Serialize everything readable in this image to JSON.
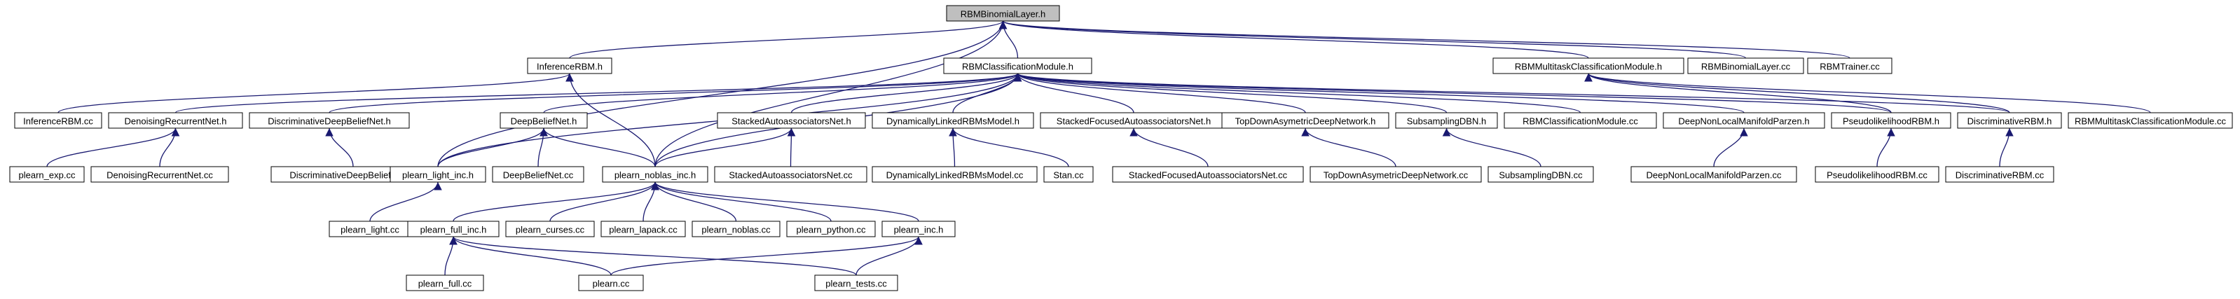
{
  "graph": {
    "current_node": "RBMBinomialLayer.h",
    "nodes": [
      {
        "id": "root",
        "label": "RBMBinomialLayer.h",
        "current": true
      },
      {
        "id": "inference_h",
        "label": "InferenceRBM.h"
      },
      {
        "id": "rbmclass_h",
        "label": "RBMClassificationModule.h"
      },
      {
        "id": "rbmmulti_h",
        "label": "RBMMultitaskClassificationModule.h"
      },
      {
        "id": "rbmbinom_cc",
        "label": "RBMBinomialLayer.cc"
      },
      {
        "id": "rbmtrainer_cc",
        "label": "RBMTrainer.cc"
      },
      {
        "id": "inference_cc",
        "label": "InferenceRBM.cc"
      },
      {
        "id": "denoising_h",
        "label": "DenoisingRecurrentNet.h"
      },
      {
        "id": "discdbn_h",
        "label": "DiscriminativeDeepBeliefNet.h"
      },
      {
        "id": "deepbelief_h",
        "label": "DeepBeliefNet.h"
      },
      {
        "id": "stacked_h",
        "label": "StackedAutoassociatorsNet.h"
      },
      {
        "id": "dynlinked_h",
        "label": "DynamicallyLinkedRBMsModel.h"
      },
      {
        "id": "stackedfoc_h",
        "label": "StackedFocusedAutoassociatorsNet.h"
      },
      {
        "id": "topdown_h",
        "label": "TopDownAsymetricDeepNetwork.h"
      },
      {
        "id": "subsampling_h",
        "label": "SubsamplingDBN.h"
      },
      {
        "id": "rbmclass_cc",
        "label": "RBMClassificationModule.cc"
      },
      {
        "id": "deepnonlocal_h",
        "label": "DeepNonLocalManifoldParzen.h"
      },
      {
        "id": "pseudolik_h",
        "label": "PseudolikelihoodRBM.h"
      },
      {
        "id": "discrbm_h",
        "label": "DiscriminativeRBM.h"
      },
      {
        "id": "rbmmulti_cc",
        "label": "RBMMultitaskClassificationModule.cc"
      },
      {
        "id": "plearn_exp_cc",
        "label": "plearn_exp.cc"
      },
      {
        "id": "denoising_cc",
        "label": "DenoisingRecurrentNet.cc"
      },
      {
        "id": "discdbn_cc",
        "label": "DiscriminativeDeepBeliefNet.cc"
      },
      {
        "id": "plearn_light_inc_h",
        "label": "plearn_light_inc.h"
      },
      {
        "id": "deepbelief_cc",
        "label": "DeepBeliefNet.cc"
      },
      {
        "id": "plearn_noblas_inc_h",
        "label": "plearn_noblas_inc.h"
      },
      {
        "id": "stacked_cc",
        "label": "StackedAutoassociatorsNet.cc"
      },
      {
        "id": "dynlinked_cc",
        "label": "DynamicallyLinkedRBMsModel.cc"
      },
      {
        "id": "stan_cc",
        "label": "Stan.cc"
      },
      {
        "id": "stackedfoc_cc",
        "label": "StackedFocusedAutoassociatorsNet.cc"
      },
      {
        "id": "topdown_cc",
        "label": "TopDownAsymetricDeepNetwork.cc"
      },
      {
        "id": "subsampling_cc",
        "label": "SubsamplingDBN.cc"
      },
      {
        "id": "deepnonlocal_cc",
        "label": "DeepNonLocalManifoldParzen.cc"
      },
      {
        "id": "pseudolik_cc",
        "label": "PseudolikelihoodRBM.cc"
      },
      {
        "id": "discrbm_cc",
        "label": "DiscriminativeRBM.cc"
      },
      {
        "id": "plearn_light_cc",
        "label": "plearn_light.cc"
      },
      {
        "id": "plearn_full_inc_h",
        "label": "plearn_full_inc.h"
      },
      {
        "id": "plearn_curses_cc",
        "label": "plearn_curses.cc"
      },
      {
        "id": "plearn_lapack_cc",
        "label": "plearn_lapack.cc"
      },
      {
        "id": "plearn_noblas_cc",
        "label": "plearn_noblas.cc"
      },
      {
        "id": "plearn_python_cc",
        "label": "plearn_python.cc"
      },
      {
        "id": "plearn_inc_h",
        "label": "plearn_inc.h"
      },
      {
        "id": "plearn_full_cc",
        "label": "plearn_full.cc"
      },
      {
        "id": "plearn_cc",
        "label": "plearn.cc"
      },
      {
        "id": "plearn_tests_cc",
        "label": "plearn_tests.cc"
      }
    ],
    "edges": [
      {
        "from": "inference_h",
        "to": "root"
      },
      {
        "from": "rbmclass_h",
        "to": "root"
      },
      {
        "from": "rbmmulti_h",
        "to": "root"
      },
      {
        "from": "rbmbinom_cc",
        "to": "root"
      },
      {
        "from": "rbmtrainer_cc",
        "to": "root"
      },
      {
        "from": "plearn_light_inc_h",
        "to": "root"
      },
      {
        "from": "plearn_noblas_inc_h",
        "to": "root"
      },
      {
        "from": "inference_cc",
        "to": "inference_h"
      },
      {
        "from": "plearn_noblas_inc_h",
        "to": "inference_h"
      },
      {
        "from": "denoising_h",
        "to": "rbmclass_h"
      },
      {
        "from": "discdbn_h",
        "to": "rbmclass_h"
      },
      {
        "from": "deepbelief_h",
        "to": "rbmclass_h"
      },
      {
        "from": "stacked_h",
        "to": "rbmclass_h"
      },
      {
        "from": "dynlinked_h",
        "to": "rbmclass_h"
      },
      {
        "from": "stackedfoc_h",
        "to": "rbmclass_h"
      },
      {
        "from": "topdown_h",
        "to": "rbmclass_h"
      },
      {
        "from": "subsampling_h",
        "to": "rbmclass_h"
      },
      {
        "from": "rbmclass_cc",
        "to": "rbmclass_h"
      },
      {
        "from": "deepnonlocal_h",
        "to": "rbmclass_h"
      },
      {
        "from": "pseudolik_h",
        "to": "rbmclass_h"
      },
      {
        "from": "discrbm_h",
        "to": "rbmclass_h"
      },
      {
        "from": "plearn_light_inc_h",
        "to": "rbmclass_h"
      },
      {
        "from": "plearn_noblas_inc_h",
        "to": "rbmclass_h"
      },
      {
        "from": "pseudolik_h",
        "to": "rbmmulti_h"
      },
      {
        "from": "discrbm_h",
        "to": "rbmmulti_h"
      },
      {
        "from": "rbmmulti_cc",
        "to": "rbmmulti_h"
      },
      {
        "from": "plearn_exp_cc",
        "to": "denoising_h"
      },
      {
        "from": "denoising_cc",
        "to": "denoising_h"
      },
      {
        "from": "discdbn_cc",
        "to": "discdbn_h"
      },
      {
        "from": "plearn_light_inc_h",
        "to": "deepbelief_h"
      },
      {
        "from": "deepbelief_cc",
        "to": "deepbelief_h"
      },
      {
        "from": "plearn_noblas_inc_h",
        "to": "deepbelief_h"
      },
      {
        "from": "plearn_noblas_inc_h",
        "to": "stacked_h"
      },
      {
        "from": "stacked_cc",
        "to": "stacked_h"
      },
      {
        "from": "dynlinked_cc",
        "to": "dynlinked_h"
      },
      {
        "from": "stan_cc",
        "to": "dynlinked_h"
      },
      {
        "from": "stackedfoc_cc",
        "to": "stackedfoc_h"
      },
      {
        "from": "topdown_cc",
        "to": "topdown_h"
      },
      {
        "from": "subsampling_cc",
        "to": "subsampling_h"
      },
      {
        "from": "deepnonlocal_cc",
        "to": "deepnonlocal_h"
      },
      {
        "from": "pseudolik_cc",
        "to": "pseudolik_h"
      },
      {
        "from": "discrbm_cc",
        "to": "discrbm_h"
      },
      {
        "from": "plearn_light_cc",
        "to": "plearn_light_inc_h"
      },
      {
        "from": "plearn_full_inc_h",
        "to": "plearn_noblas_inc_h"
      },
      {
        "from": "plearn_curses_cc",
        "to": "plearn_noblas_inc_h"
      },
      {
        "from": "plearn_lapack_cc",
        "to": "plearn_noblas_inc_h"
      },
      {
        "from": "plearn_noblas_cc",
        "to": "plearn_noblas_inc_h"
      },
      {
        "from": "plearn_python_cc",
        "to": "plearn_noblas_inc_h"
      },
      {
        "from": "plearn_inc_h",
        "to": "plearn_noblas_inc_h"
      },
      {
        "from": "plearn_full_cc",
        "to": "plearn_full_inc_h"
      },
      {
        "from": "plearn_cc",
        "to": "plearn_full_inc_h"
      },
      {
        "from": "plearn_tests_cc",
        "to": "plearn_full_inc_h"
      },
      {
        "from": "plearn_cc",
        "to": "plearn_inc_h"
      },
      {
        "from": "plearn_tests_cc",
        "to": "plearn_inc_h"
      }
    ]
  }
}
